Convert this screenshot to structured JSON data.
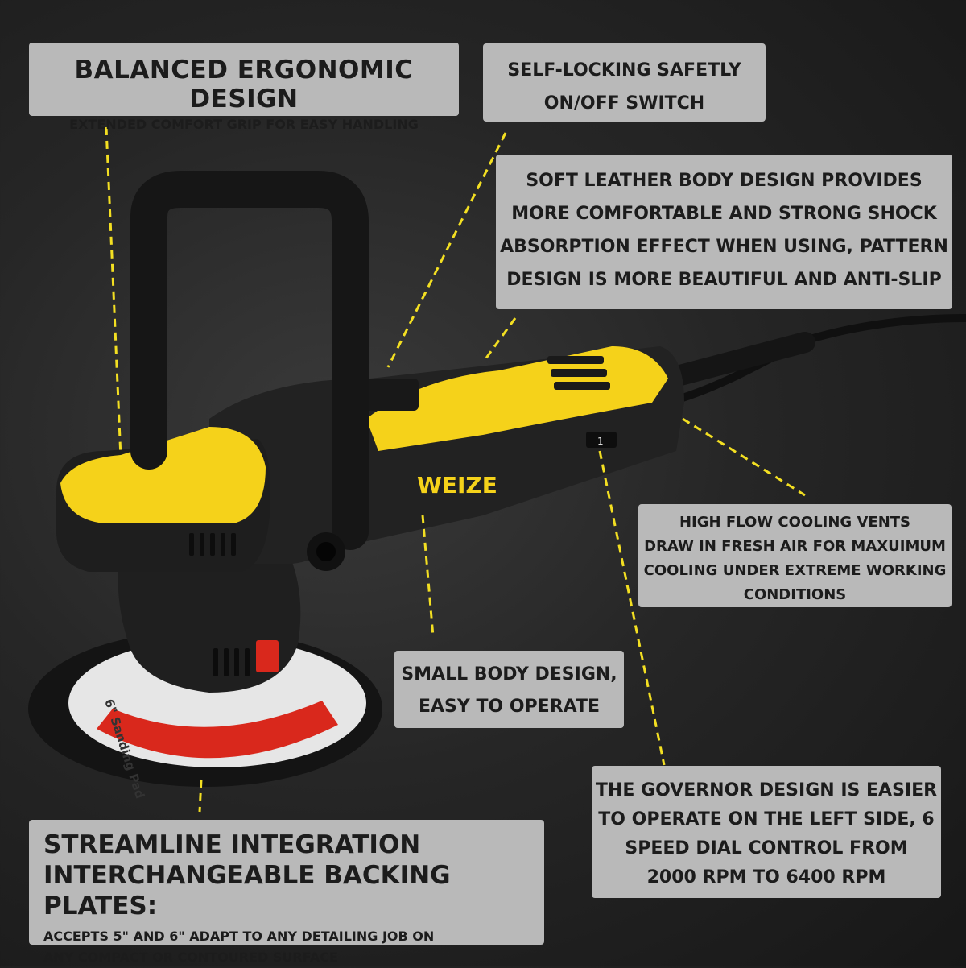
{
  "product": {
    "brand_logo": "WEIZE",
    "speed_dial_number": "1",
    "pad_label": "6\" Sanding Pad"
  },
  "callouts": {
    "ergonomic": {
      "title": "BALANCED ERGONOMIC DESIGN",
      "subtitle": "EXTENDED COMFORT GRIP FOR EASY HANDLING"
    },
    "switch": {
      "lines": [
        "SELF-LOCKING SAFETLY",
        "ON/OFF SWITCH"
      ]
    },
    "leather": {
      "lines": [
        "SOFT LEATHER BODY DESIGN PROVIDES",
        "MORE COMFORTABLE AND STRONG SHOCK",
        "ABSORPTION EFFECT WHEN USING, PATTERN",
        "DESIGN IS MORE BEAUTIFUL AND ANTI-SLIP"
      ]
    },
    "vents": {
      "lines": [
        "HIGH FLOW COOLING VENTS",
        "DRAW IN FRESH AIR FOR MAXUIMUM",
        "COOLING UNDER EXTREME WORKING",
        "CONDITIONS"
      ]
    },
    "small_body": {
      "lines": [
        "SMALL BODY DESIGN,",
        "EASY TO OPERATE"
      ]
    },
    "governor": {
      "lines": [
        "THE GOVERNOR DESIGN IS EASIER",
        "TO OPERATE ON THE LEFT SIDE, 6",
        "SPEED DIAL CONTROL FROM",
        "2000 RPM TO 6400 RPM"
      ]
    },
    "streamline": {
      "title_lines": [
        "STREAMLINE INTEGRATION",
        "INTERCHANGEABLE BACKING PLATES:"
      ],
      "body_lines": [
        "ACCEPTS 5\" AND 6\" ADAPT TO ANY DETAILING JOB ON",
        "ANY COMPACT OR CONTOURED SURFACE"
      ]
    }
  },
  "colors": {
    "accent_yellow": "#f5d21a",
    "callout_bg": "#b9b9b9",
    "tool_black": "#1b1b1b",
    "pad_red": "#d9281c",
    "leader_line": "#f3df22"
  }
}
